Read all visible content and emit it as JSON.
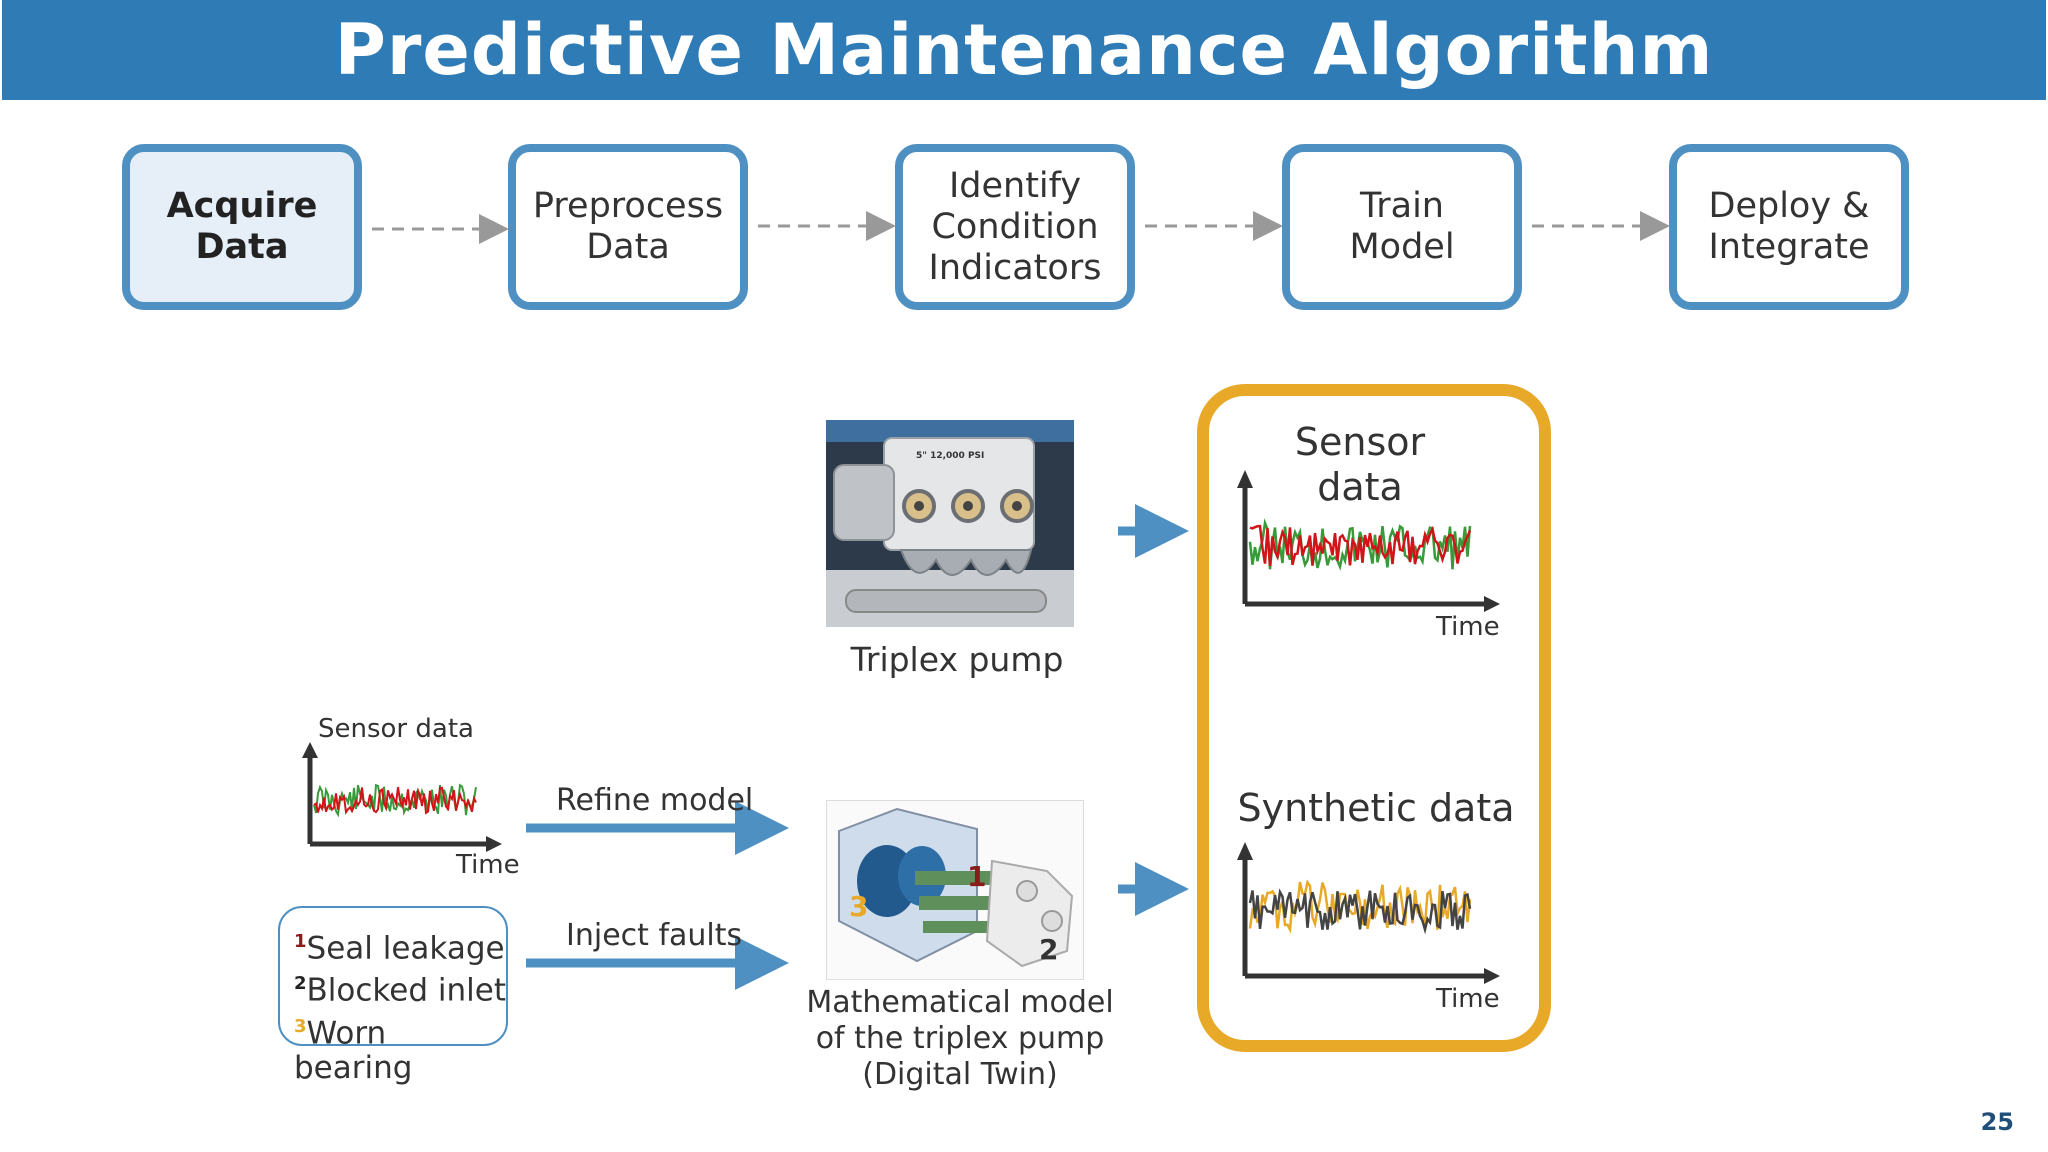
{
  "title": "Predictive Maintenance Algorithm",
  "steps": [
    {
      "label": "Acquire\nData",
      "active": true
    },
    {
      "label": "Preprocess\nData",
      "active": false
    },
    {
      "label": "Identify\nCondition\nIndicators",
      "active": false
    },
    {
      "label": "Train\nModel",
      "active": false
    },
    {
      "label": "Deploy &\nIntegrate",
      "active": false
    }
  ],
  "pump_photo": {
    "caption": "Triplex pump",
    "plate_text": "5\"    12,000 PSI"
  },
  "math_model": {
    "caption": "Mathematical model\nof the triplex pump\n(Digital Twin)",
    "markers": [
      "1",
      "2",
      "3"
    ]
  },
  "small_sensor_chart": {
    "title": "Sensor data",
    "xlabel": "Time"
  },
  "arrows": {
    "refine": "Refine model",
    "inject": "Inject faults"
  },
  "faults": [
    {
      "num": "1",
      "label": "Seal leakage",
      "color": "#8b1a1a"
    },
    {
      "num": "2",
      "label": "Blocked inlet",
      "color": "#222222"
    },
    {
      "num": "3",
      "label": "Worn bearing",
      "color": "#e8a928"
    }
  ],
  "output_box": {
    "sensor_title": "Sensor\ndata",
    "sensor_xlabel": "Time",
    "synthetic_title": "Synthetic data",
    "synthetic_xlabel": "Time"
  },
  "colors": {
    "title_bar": "#2f7bb5",
    "step_border": "#4f90c2",
    "arrow": "#4f90c2",
    "highlight": "#e8a928",
    "signal_red": "#d0141a",
    "signal_green": "#3a9a3a",
    "signal_dark": "#444444",
    "signal_yellow": "#e8a928"
  },
  "page_number": "25"
}
